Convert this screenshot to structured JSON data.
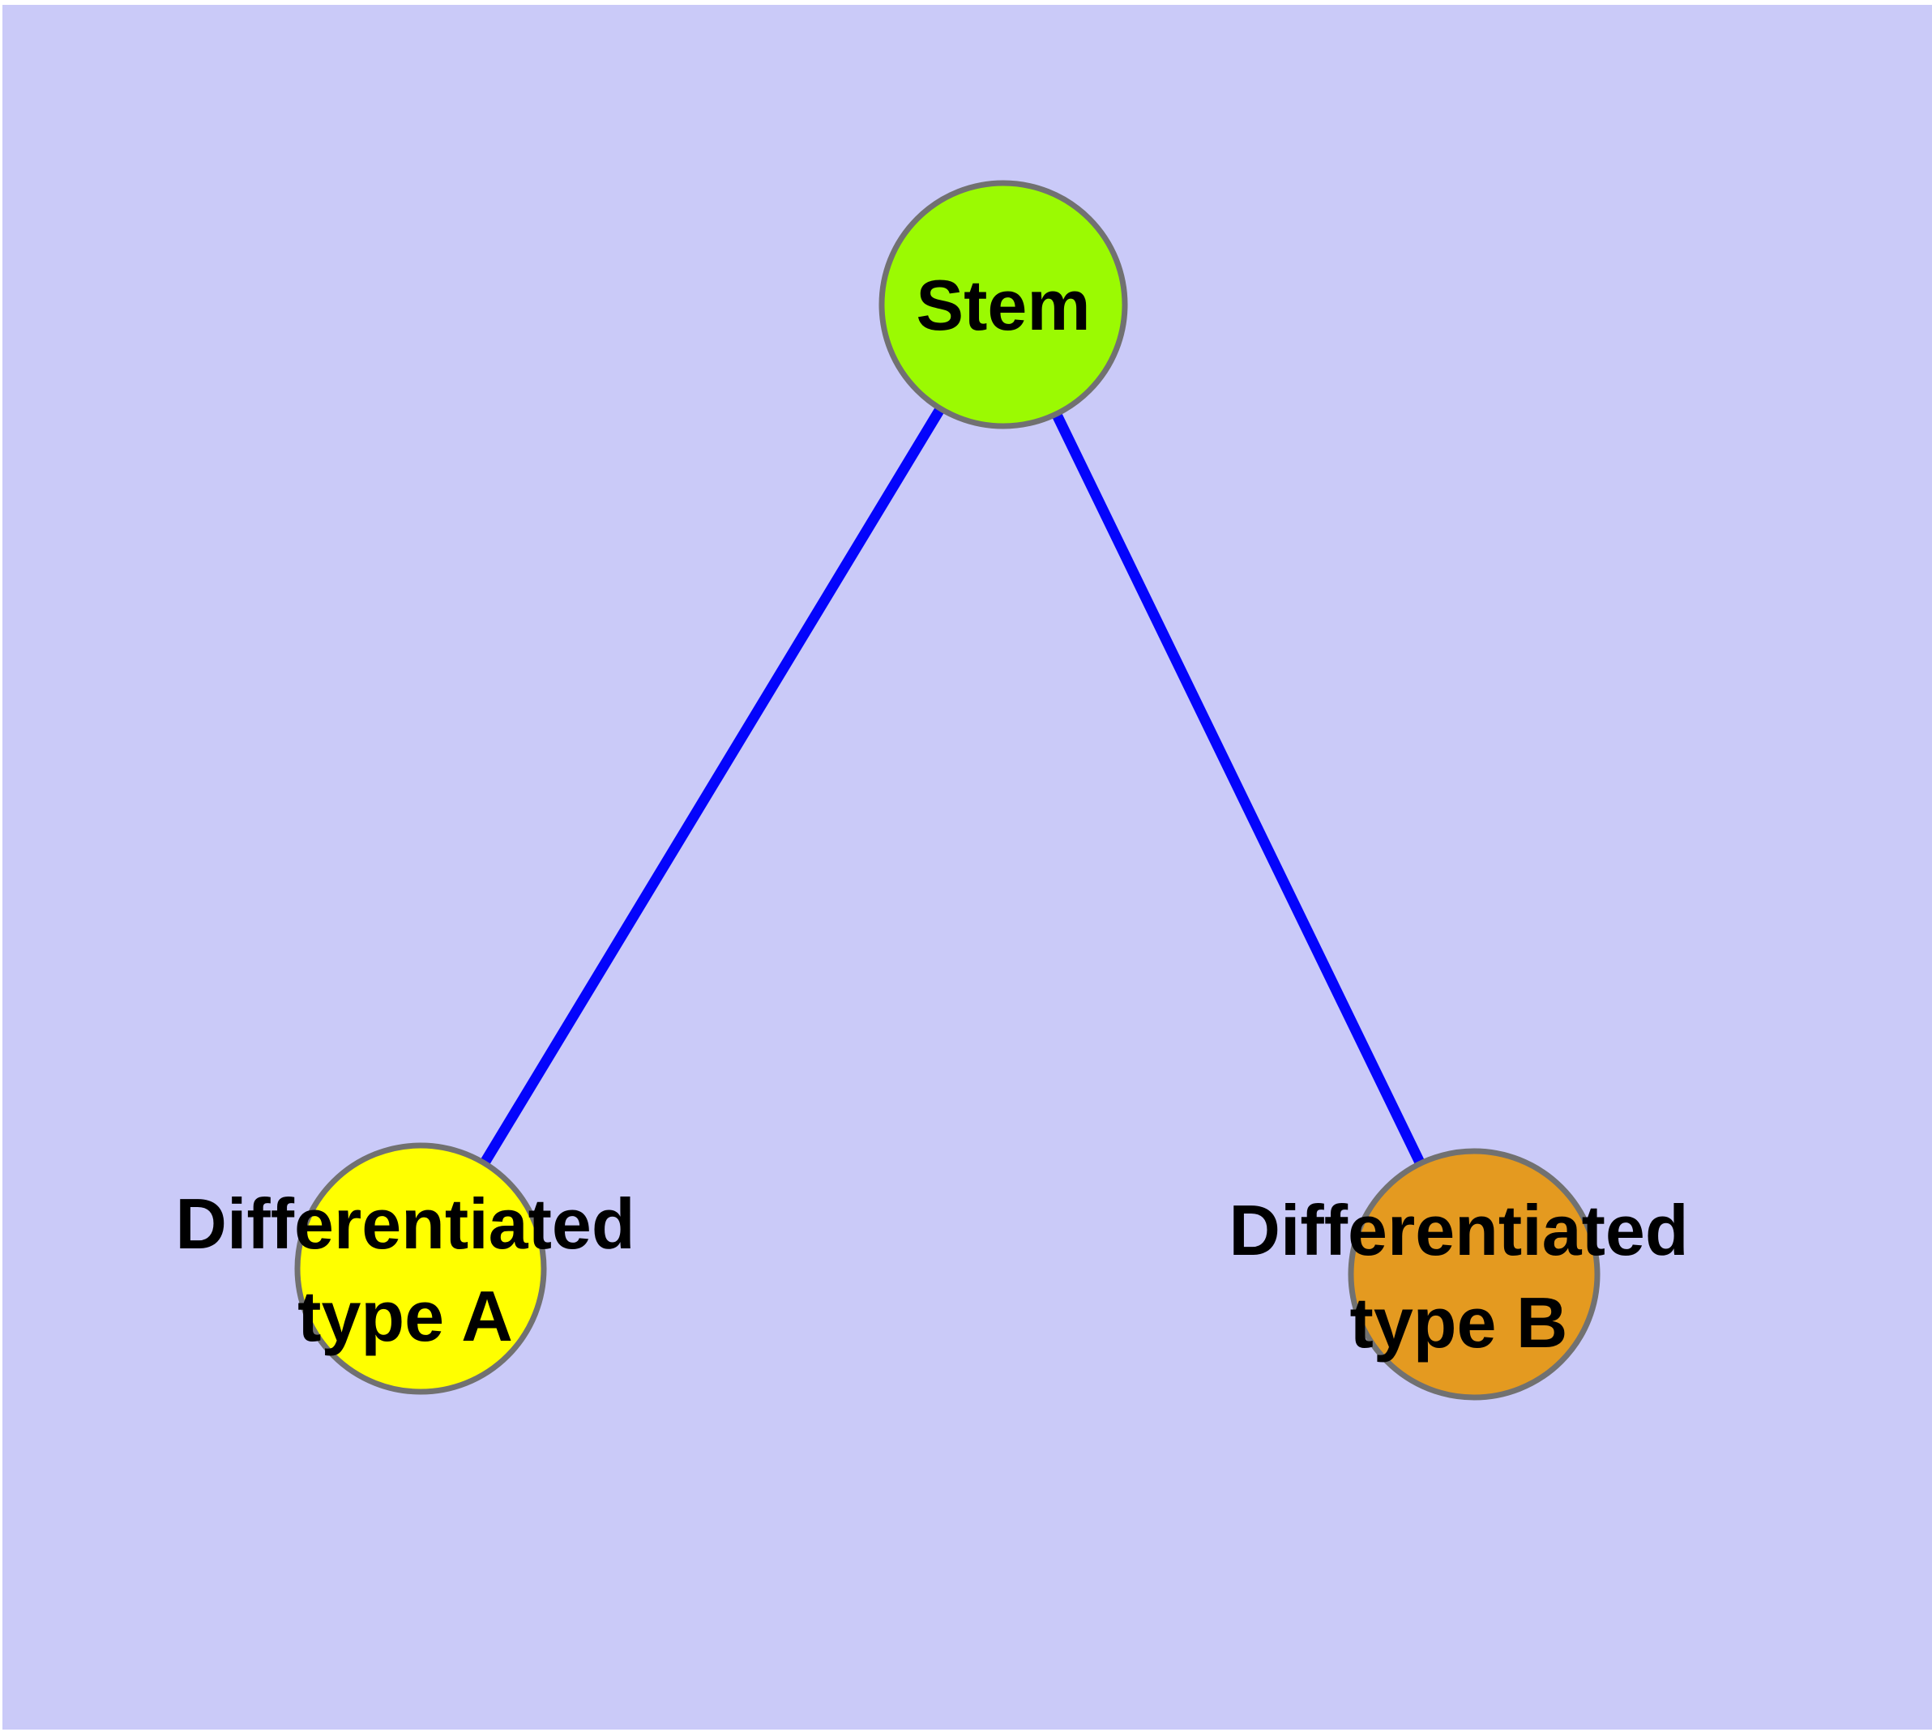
{
  "diagram": {
    "background_color": "#CACAF8",
    "edge_color": "#0404FC",
    "node_border_color": "#717171",
    "text_color": "#000000",
    "nodes": [
      {
        "id": "stem",
        "label": "Stem",
        "lines": [
          "Stem"
        ],
        "color": "#9BFA02"
      },
      {
        "id": "differentiated-type-a",
        "label": "Differentiated type A",
        "lines": [
          "Differentiated",
          "type A"
        ],
        "color": "#FFFF00"
      },
      {
        "id": "differentiated-type-b",
        "label": "Differentiated type B",
        "lines": [
          "Differentiated",
          "type B"
        ],
        "color": "#E49A20"
      }
    ],
    "edges": [
      {
        "from": "Stem",
        "to": "Differentiated type A"
      },
      {
        "from": "Stem",
        "to": "Differentiated type B"
      }
    ]
  }
}
